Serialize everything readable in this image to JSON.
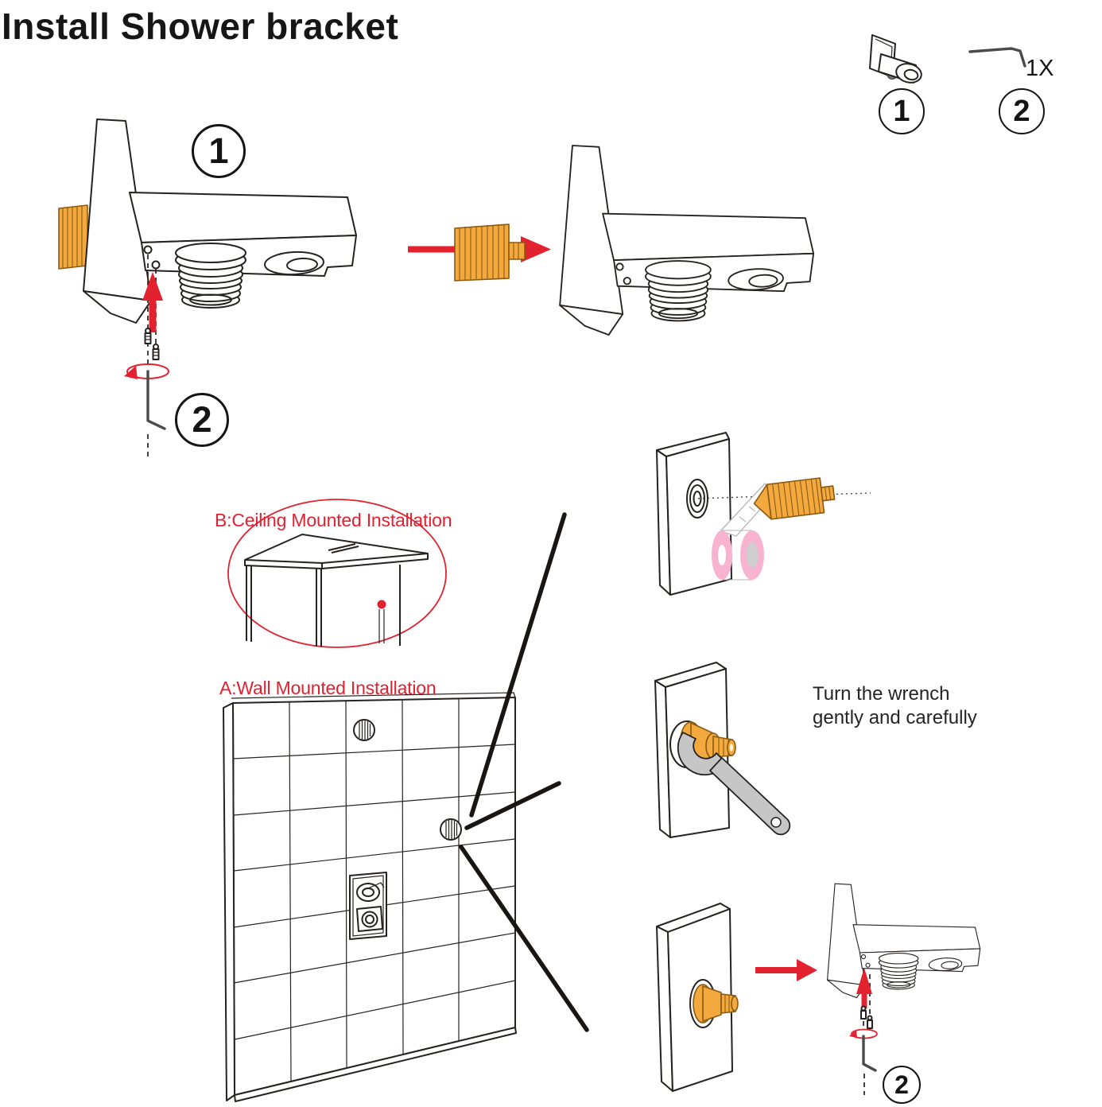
{
  "title": "Install Shower bracket",
  "parts_box": {
    "part1": {
      "number": "1",
      "icon": "shower-bracket-icon"
    },
    "part2": {
      "number": "2",
      "icon": "allen-wrench-icon",
      "quantity": "1X"
    }
  },
  "annotations": {
    "step1_badge": "1",
    "step1_tool_badge": "2",
    "detail_tool_badge": "2",
    "ceiling_label": "B:Ceiling Mounted Installation",
    "wall_label": "A:Wall Mounted Installation",
    "wrench_caption_line1": "Turn the wrench",
    "wrench_caption_line2": "gently and carefully"
  },
  "colors": {
    "accent_red": "#e32230",
    "brass": "#f3a93e",
    "brass_dark": "#8a5a10",
    "tape_pink": "#f7b3d0",
    "parts_box_bg": "#f8f4a2",
    "wrench_gray": "#c6c6c6",
    "ink": "#262220"
  }
}
